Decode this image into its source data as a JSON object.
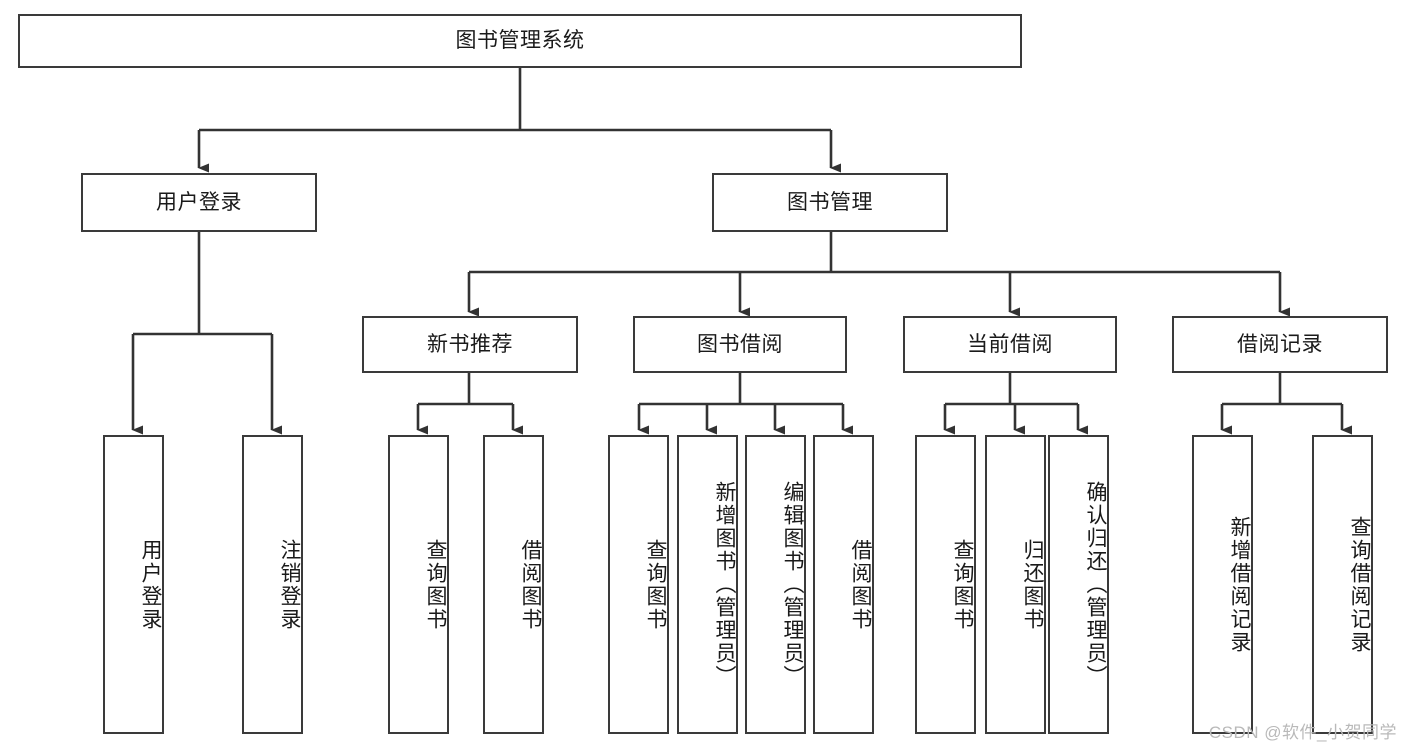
{
  "diagram": {
    "title": "图书管理系统",
    "type": "tree-hierarchy",
    "watermark": "CSDN @软件_小贺同学",
    "colors": {
      "box_border": "#3a3a3a",
      "box_fill": "#ffffff",
      "connector": "#333333",
      "text": "#1a1a1a",
      "watermark": "#b9b9b9"
    },
    "levels": {
      "root": {
        "label": "图书管理系统"
      },
      "level2": [
        {
          "id": "user-login",
          "label": "用户登录"
        },
        {
          "id": "book-management",
          "label": "图书管理"
        }
      ],
      "level3": [
        {
          "id": "new-book-recommend",
          "label": "新书推荐",
          "parent": "book-management"
        },
        {
          "id": "book-borrow",
          "label": "图书借阅",
          "parent": "book-management"
        },
        {
          "id": "current-borrow",
          "label": "当前借阅",
          "parent": "book-management"
        },
        {
          "id": "borrow-record",
          "label": "借阅记录",
          "parent": "book-management"
        }
      ],
      "leaves": [
        {
          "id": "leaf-user-login",
          "label": "用户登录",
          "parent": "user-login"
        },
        {
          "id": "leaf-logout-login",
          "label": "注销登录",
          "parent": "user-login"
        },
        {
          "id": "leaf-query-book-1",
          "label": "查询图书",
          "parent": "new-book-recommend"
        },
        {
          "id": "leaf-borrow-book-1",
          "label": "借阅图书",
          "parent": "new-book-recommend"
        },
        {
          "id": "leaf-query-book-2",
          "label": "查询图书",
          "parent": "book-borrow"
        },
        {
          "id": "leaf-add-book",
          "label": "新增图书（管理员）",
          "parent": "book-borrow"
        },
        {
          "id": "leaf-edit-book",
          "label": "编辑图书（管理员）",
          "parent": "book-borrow"
        },
        {
          "id": "leaf-borrow-book-2",
          "label": "借阅图书",
          "parent": "book-borrow"
        },
        {
          "id": "leaf-query-book-3",
          "label": "查询图书",
          "parent": "current-borrow"
        },
        {
          "id": "leaf-return-book",
          "label": "归还图书",
          "parent": "current-borrow"
        },
        {
          "id": "leaf-confirm-return",
          "label": "确认归还（管理员）",
          "parent": "current-borrow"
        },
        {
          "id": "leaf-add-record",
          "label": "新增借阅记录",
          "parent": "borrow-record"
        },
        {
          "id": "leaf-query-record",
          "label": "查询借阅记录",
          "parent": "borrow-record"
        }
      ]
    }
  }
}
